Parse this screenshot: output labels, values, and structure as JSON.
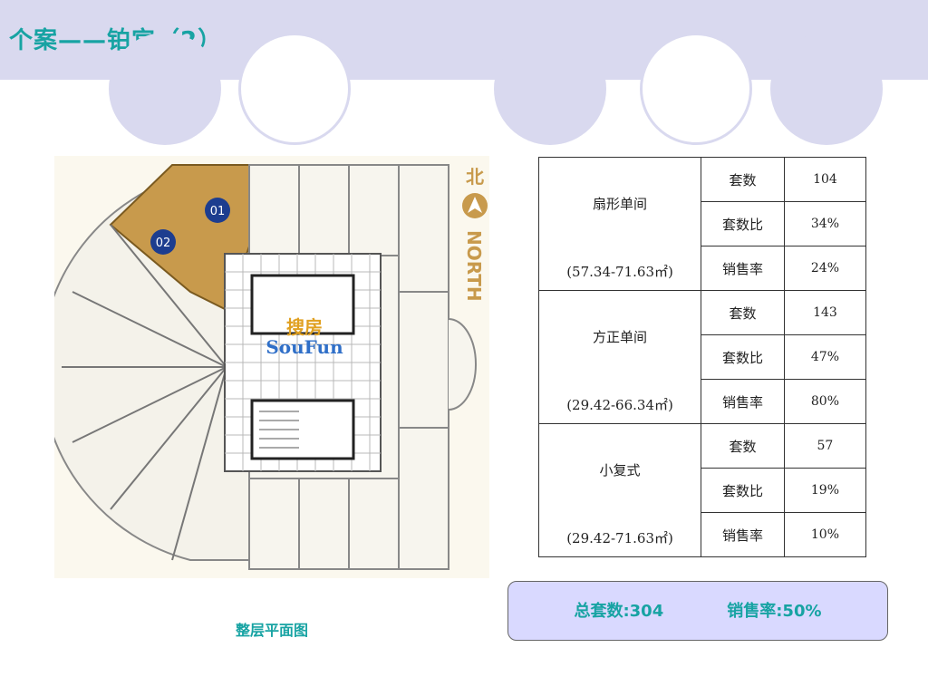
{
  "title": "个案——铂宫（2）",
  "plan": {
    "caption": "整层平面图",
    "north_char": "北",
    "north_word": "NORTH",
    "unit_labels": [
      "01",
      "02"
    ],
    "watermark_cn": "搜房",
    "watermark_en": "SouFun",
    "colors": {
      "highlight": "#c89a4c",
      "unit_badge": "#1d3d8f",
      "north": "#c89a4c"
    }
  },
  "table": {
    "groups": [
      {
        "name": "扇形单间",
        "range": "(57.34-71.63㎡)",
        "rows": [
          {
            "label": "套数",
            "value": "104"
          },
          {
            "label": "套数比",
            "value": "34%"
          },
          {
            "label": "销售率",
            "value": "24%"
          }
        ]
      },
      {
        "name": "方正单间",
        "range": "(29.42-66.34㎡)",
        "rows": [
          {
            "label": "套数",
            "value": "143"
          },
          {
            "label": "套数比",
            "value": "47%"
          },
          {
            "label": "销售率",
            "value": "80%"
          }
        ]
      },
      {
        "name": "小复式",
        "range": "(29.42-71.63㎡)",
        "rows": [
          {
            "label": "套数",
            "value": "57"
          },
          {
            "label": "套数比",
            "value": "19%"
          },
          {
            "label": "销售率",
            "value": "10%"
          }
        ]
      }
    ]
  },
  "summary": {
    "total": "总套数:304",
    "rate": "销售率:50%"
  },
  "colors": {
    "accent": "#17a3a3",
    "header_bg": "#d9d9ef",
    "summary_bg": "#d9d9ff"
  }
}
